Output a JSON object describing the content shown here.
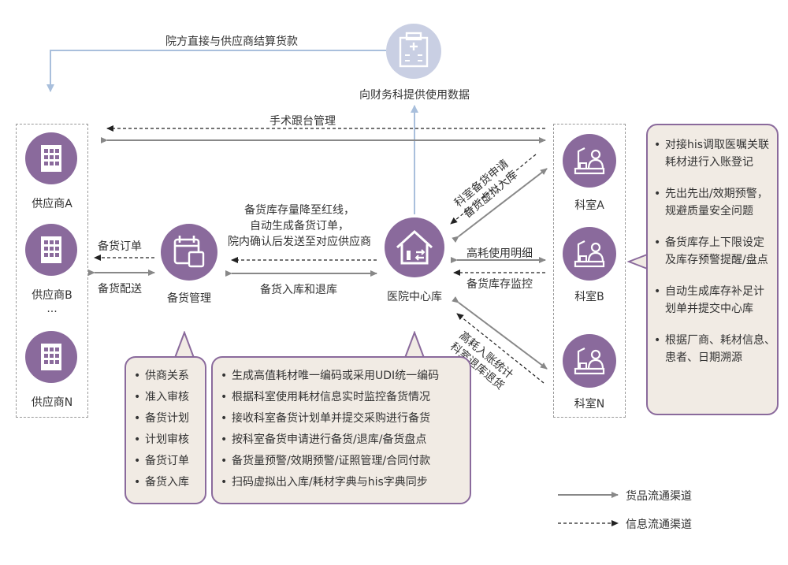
{
  "top": {
    "payment_label": "院方直接与供应商结算货款",
    "finance_label": "向财务科提供使用数据",
    "surgery_label": "手术跟台管理"
  },
  "suppliers": {
    "items": [
      "供应商A",
      "供应商B",
      "供应商N"
    ],
    "ellipsis": "..."
  },
  "left_flow": {
    "order_label": "备货订单",
    "delivery_label": "备货配送"
  },
  "stock_management": {
    "label": "备货管理",
    "bubble_items": [
      "供商关系",
      "准入审核",
      "备货计划",
      "计划审核",
      "备货订单",
      "备货入库"
    ]
  },
  "middle_flow": {
    "auto_order_lines": [
      "备货库存量降至红线，",
      "自动生成备货订单，",
      "院内确认后发送至对应供应商"
    ],
    "inout_label": "备货入库和退库"
  },
  "center": {
    "label": "医院中心库",
    "bubble_items": [
      "生成高值耗材唯一编码或采用UDI统一编码",
      "根据科室使用耗材信息实时监控备货情况",
      "接收科室备货计划单并提交采购进行备货",
      "按科室备货申请进行备货/退库/备货盘点",
      "备货量预警/效期预警/证照管理/合同付款",
      "扫码虚拟出入库/耗材字典与his字典同步"
    ]
  },
  "right_flow": {
    "apply_lines": [
      "科室备货申请",
      "备货虚拟入库"
    ],
    "usage_label": "高耗使用明细",
    "monitor_label": "备货库存监控",
    "return_lines": [
      "高耗入账统计",
      "科室退库退货"
    ]
  },
  "departments": {
    "items": [
      "科室A",
      "科室B",
      "科室N"
    ],
    "bubble_items": [
      [
        "对接his调取医嘱关联",
        "耗材进行入账登记"
      ],
      [
        "先出先出/效期预警，",
        "规避质量安全问题"
      ],
      [
        "备货库存上下限设定",
        "及库存预警提醒/盘点"
      ],
      [
        "自动生成库存补足计",
        "划单并提交中心库"
      ],
      [
        "根据厂商、耗材信息、",
        "患者、日期溯源"
      ]
    ]
  },
  "legend": {
    "goods_label": "货品流通渠道",
    "info_label": "信息流通渠道"
  },
  "colors": {
    "accent": "#8a6a9c",
    "bubble_bg": "#f1ebe4",
    "arrow": "#888888",
    "hospital_icon_bg": "#c9cfe3"
  }
}
